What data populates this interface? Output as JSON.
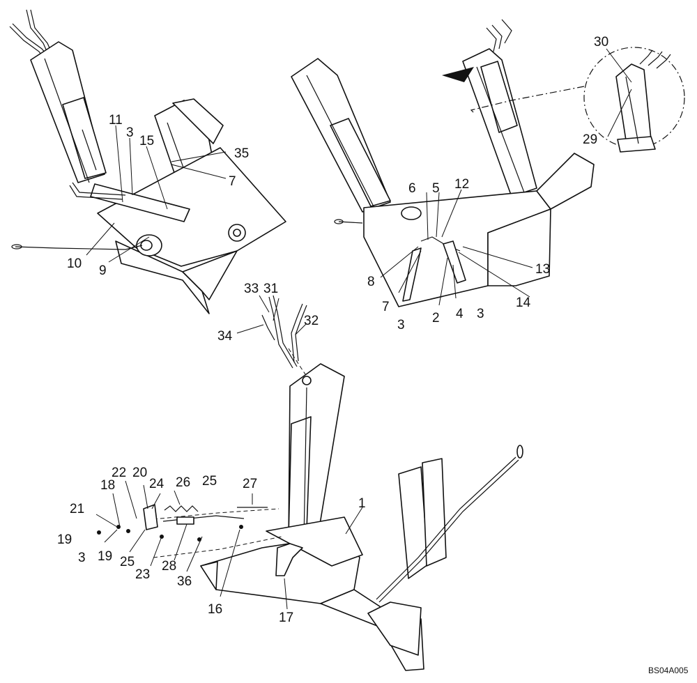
{
  "drawing_code": "BS04A005",
  "callouts": [
    "1",
    "2",
    "3",
    "4",
    "5",
    "6",
    "7",
    "8",
    "9",
    "10",
    "11",
    "12",
    "13",
    "14",
    "15",
    "16",
    "17",
    "18",
    "19",
    "20",
    "21",
    "22",
    "23",
    "24",
    "25",
    "26",
    "27",
    "28",
    "29",
    "30",
    "31",
    "32",
    "33",
    "34",
    "35",
    "36"
  ]
}
